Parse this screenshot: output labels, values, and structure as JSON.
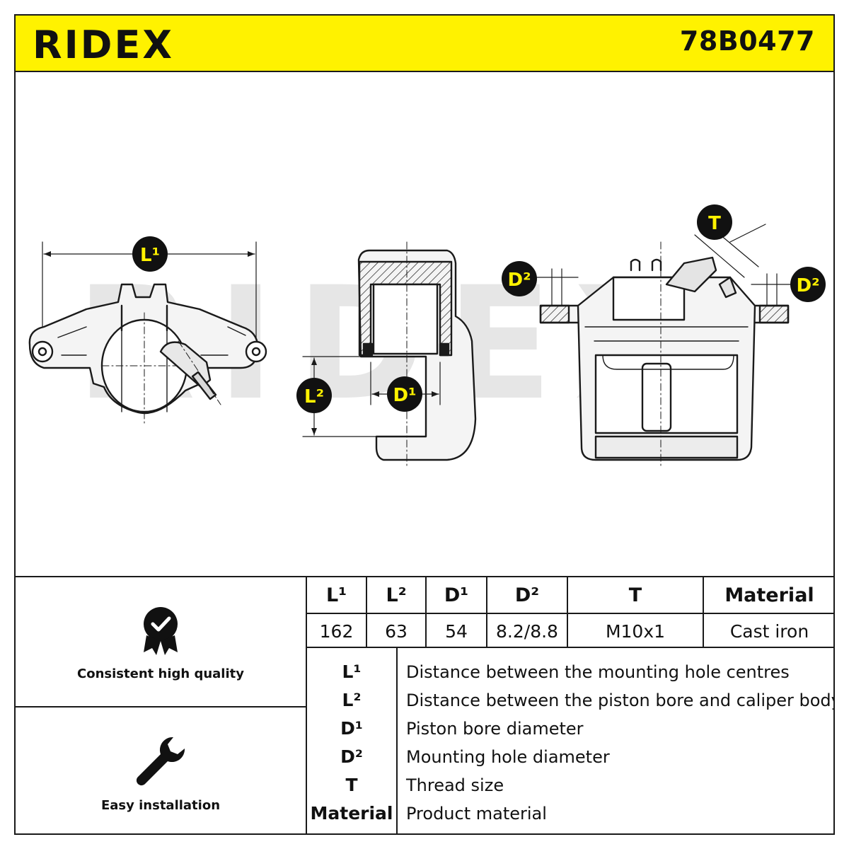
{
  "header": {
    "brand": "RIDEX",
    "part_number": "78B0477",
    "brand_color": "#fff200"
  },
  "drawing": {
    "watermark": "RIDEX",
    "labels": {
      "l1": "L¹",
      "l2": "L²",
      "d1": "D¹",
      "d2_left": "D²",
      "d2_right": "D²",
      "t": "T"
    }
  },
  "features": [
    {
      "label": "Consistent high quality",
      "icon": "quality-badge-icon"
    },
    {
      "label": "Easy installation",
      "icon": "wrench-icon"
    }
  ],
  "specs": {
    "headers": [
      "L¹",
      "L²",
      "D¹",
      "D²",
      "T",
      "Material"
    ],
    "values": [
      "162",
      "63",
      "54",
      "8.2/8.8",
      "M10x1",
      "Cast iron"
    ]
  },
  "legend": [
    {
      "key": "L¹",
      "desc": "Distance between the mounting hole centres"
    },
    {
      "key": "L²",
      "desc": "Distance between the piston bore and caliper body"
    },
    {
      "key": "D¹",
      "desc": "Piston bore diameter"
    },
    {
      "key": "D²",
      "desc": "Mounting hole diameter"
    },
    {
      "key": "T",
      "desc": "Thread size"
    },
    {
      "key": "Material",
      "desc": "Product material"
    }
  ]
}
